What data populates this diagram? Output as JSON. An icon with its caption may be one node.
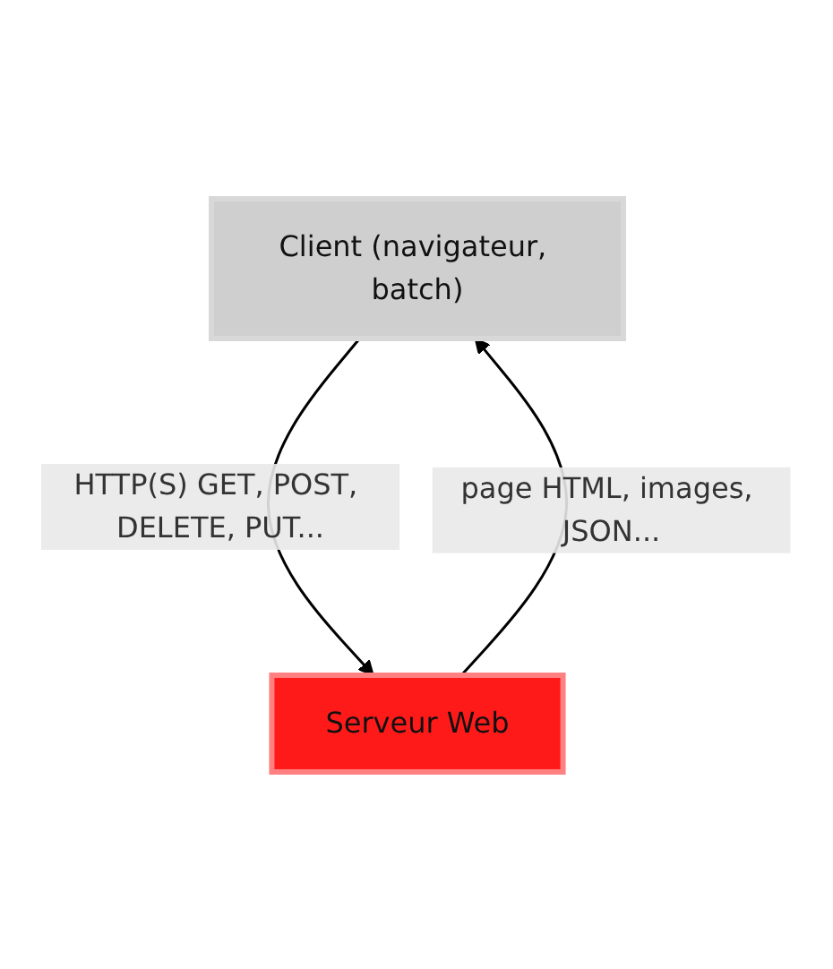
{
  "diagram": {
    "nodes": [
      {
        "text": [
          "Client (navigateur, batch)"
        ]
      },
      {
        "text": [
          "Serveur Web"
        ]
      }
    ],
    "edges": [
      {
        "from": 0,
        "to": 1,
        "arrow": "to",
        "label": "HTTP(S) GET, POST, DELETE, PUT..."
      },
      {
        "from": 1,
        "to": 0,
        "arrow": "to",
        "label": "page HTML, images, JSON..."
      }
    ]
  }
}
